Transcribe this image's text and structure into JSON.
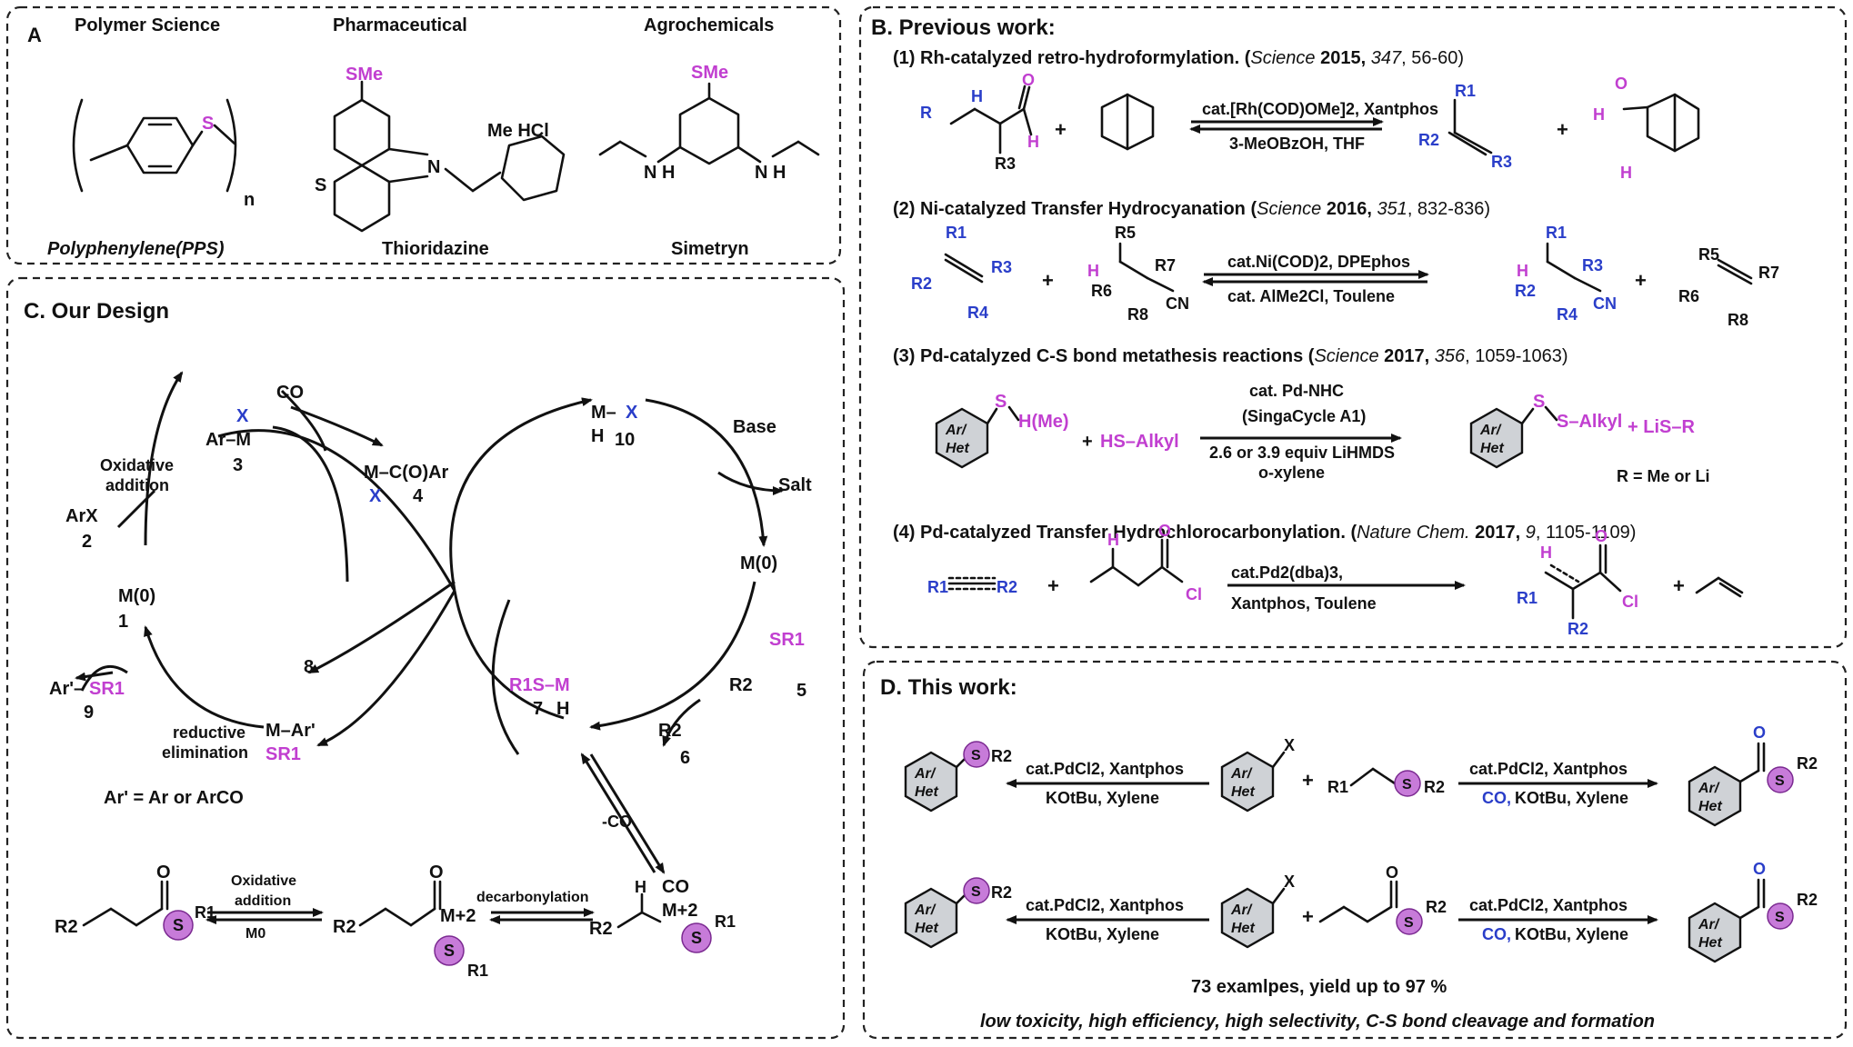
{
  "panelA": {
    "label": "A",
    "cat1": "Polymer Science",
    "cat2": "Pharmaceutical",
    "cat3": "Agrochemicals",
    "name1": "Polyphenylene(PPS)",
    "name2": "Thioridazine",
    "name3": "Simetryn",
    "sme": "SMe",
    "s": "S",
    "n": "n",
    "me_hcl": "Me   HCl",
    "nh": "N H",
    "n_atom": "N"
  },
  "panelB": {
    "title": "B. Previous work:",
    "r1": {
      "title": "(1) Rh-catalyzed retro-hydroformylation. (",
      "journal": "Science",
      "year": " 2015, ",
      "vol": "347",
      "pages": ", 56-60)",
      "cond_top": "cat.[Rh(COD)OMe]2, Xantphos",
      "cond_bottom": "3-MeOBzOH, THF"
    },
    "r2": {
      "title": "(2) Ni-catalyzed Transfer Hydrocyanation (",
      "journal": "Science",
      "year": " 2016, ",
      "vol": "351",
      "pages": ", 832-836)",
      "cond_top": "cat.Ni(COD)2, DPEphos",
      "cond_bottom": "cat. AlMe2Cl, Toulene"
    },
    "r3": {
      "title": "(3)  Pd-catalyzed C-S bond metathesis reactions (",
      "journal": "Science",
      "year": " 2017, ",
      "vol": "356",
      "pages": ", 1059-1063)",
      "cond1": "cat. Pd-NHC",
      "cond2": "(SingaCycle A1)",
      "cond3": "2.6 or 3.9 equiv LiHMDS",
      "cond4": "o-xylene",
      "sub1": "H(Me)",
      "sub2": "HS–Alkyl",
      "prod": "S–Alkyl",
      "prod2": "+ LiS–R",
      "note": "R = Me or Li"
    },
    "r4": {
      "title": "(4) Pd-catalyzed Transfer Hydrochlorocarbonylation. (",
      "journal": "Nature Chem.",
      "year": " 2017, ",
      "vol": "9",
      "pages": ", 1105-1109)",
      "cond_top": "cat.Pd2(dba)3,",
      "cond_bottom": "Xantphos, Toulene"
    }
  },
  "panelC": {
    "title": "C. Our Design",
    "co": "CO",
    "ox_add": "Oxidative",
    "ox_add2": "addition",
    "arx": "ArX",
    "n2": "2",
    "m0": "M(0)",
    "n1": "1",
    "n3": "3",
    "n4": "4",
    "n5": "5",
    "n6": "6",
    "n7": "7",
    "n8": "8",
    "n9": "9",
    "n10": "10",
    "base": "Base",
    "salt": "Salt",
    "red_elim": "reductive",
    "red_elim2": "elimination",
    "ar_def": "Ar' = Ar or ArCO",
    "minus_co": "-CO",
    "bot_ox": "Oxidative",
    "bot_ox2": "addition",
    "bot_m0": "M0",
    "decarb": "decarbonylation"
  },
  "panelD": {
    "title": "D. This work:",
    "cond_left_top": "cat.PdCl2, Xantphos",
    "cond_left_bottom": "KOtBu, Xylene",
    "cond_right_top": "cat.PdCl2, Xantphos",
    "cond_right_co": "CO,",
    "cond_right_bottom": "KOtBu, Xylene",
    "summary": "73 examlpes, yield up to 97 %",
    "tagline": "low toxicity, high efficiency, high selectivity, C-S bond cleavage and formation",
    "ar": "Ar/",
    "het": "Het"
  }
}
